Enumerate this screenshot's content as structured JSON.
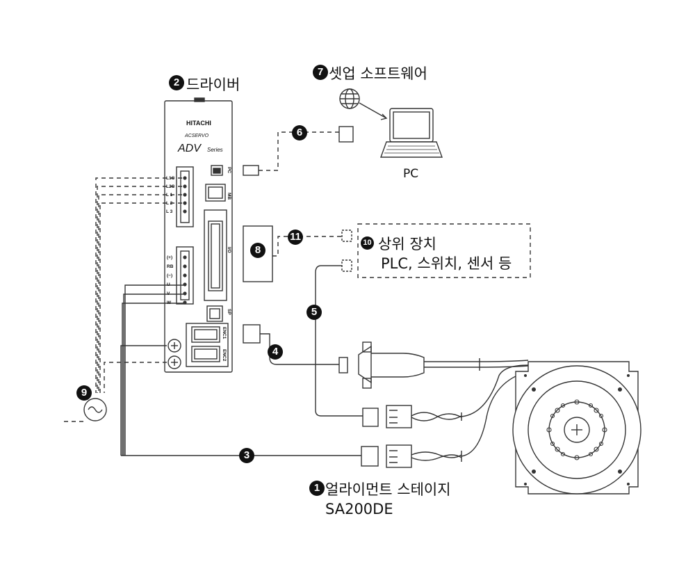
{
  "labels": {
    "driver": "드라이버",
    "software": "셋업 소프트웨어",
    "pc": "PC",
    "host_title": "상위 장치",
    "host_sub": "PLC, 스위치, 센서 등",
    "stage_title": "얼라이먼트 스테이지",
    "stage_model": "SA200DE"
  },
  "driver_panel": {
    "brand": "HITACHI",
    "sub": "ACSERVO",
    "series": "ADV",
    "series_suffix": "Series",
    "power_terminals": [
      "L1C",
      "L2C",
      "L 1",
      "L 2",
      "L 3"
    ],
    "motor_terminals": [
      "(+)",
      "RB",
      "(−)",
      "U",
      "V",
      "W"
    ],
    "ports": [
      "PC",
      "MB",
      "I/O",
      "SP",
      "ENC1",
      "ENC2"
    ]
  },
  "markers": {
    "m1": "1",
    "m2": "2",
    "m3": "3",
    "m4": "4",
    "m5": "5",
    "m6": "6",
    "m7": "7",
    "m8": "8",
    "m9": "9",
    "m10": "10",
    "m11": "11"
  }
}
